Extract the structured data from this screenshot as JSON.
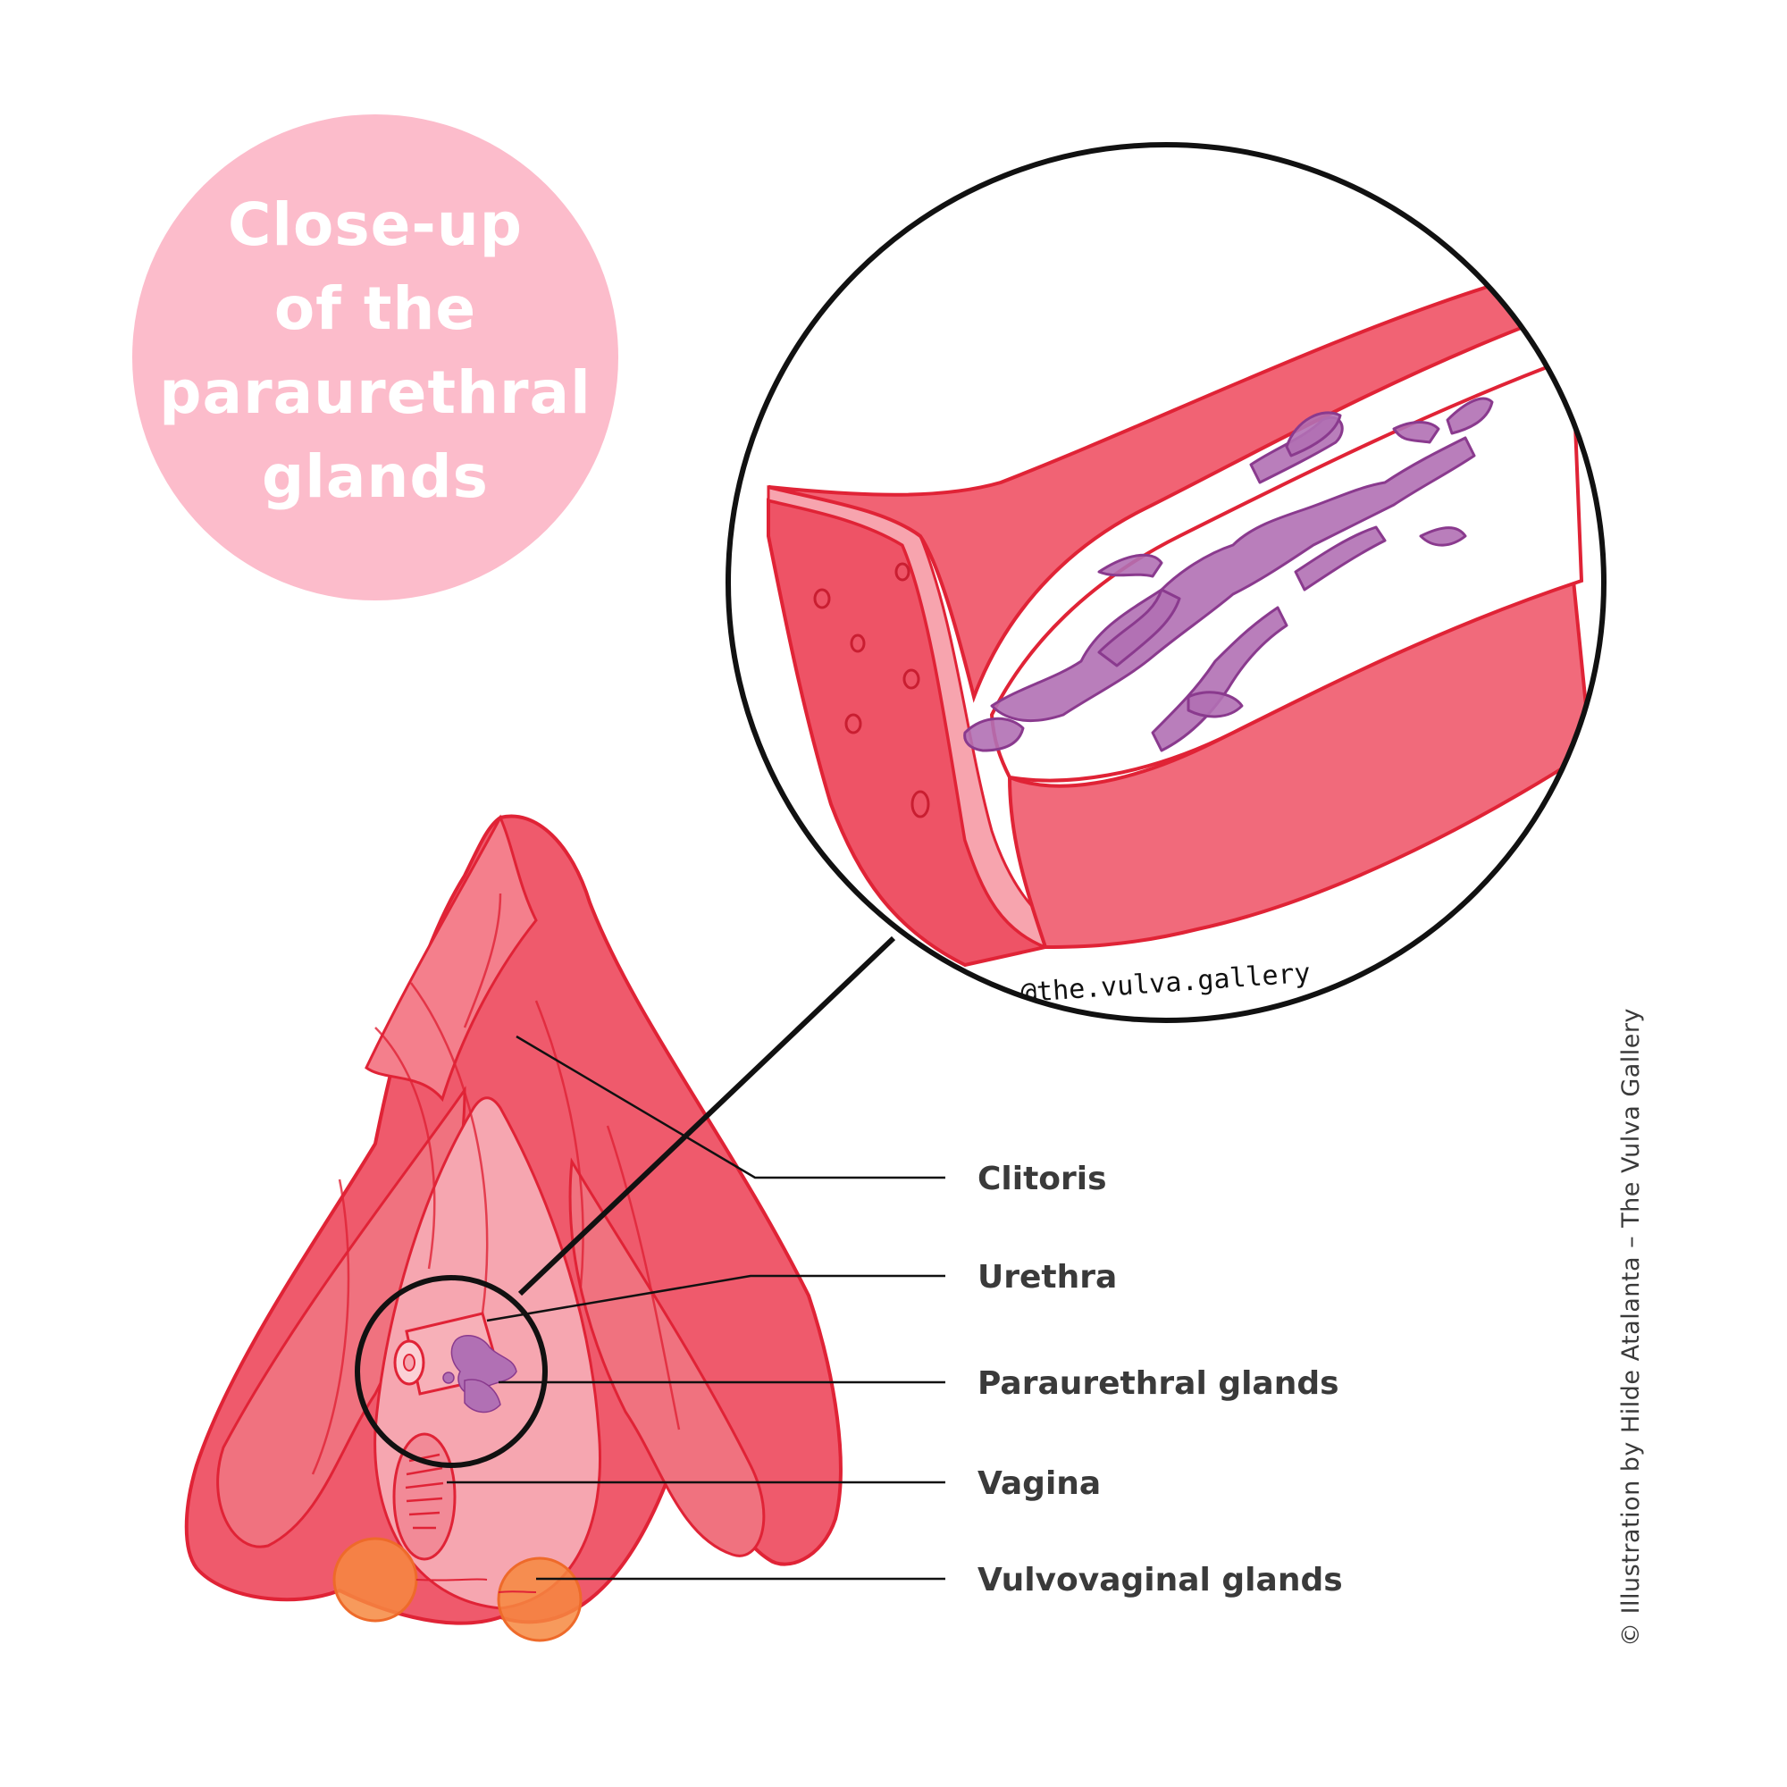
{
  "title": {
    "lines": [
      "Close-up",
      "of the",
      "paraurethral",
      "glands"
    ]
  },
  "labels": [
    {
      "id": "clitoris",
      "text": "Clitoris"
    },
    {
      "id": "urethra",
      "text": "Urethra"
    },
    {
      "id": "paraurethral-glands",
      "text": "Paraurethral glands"
    },
    {
      "id": "vagina",
      "text": "Vagina"
    },
    {
      "id": "vulvovaginal-glands",
      "text": "Vulvovaginal glands"
    }
  ],
  "watermark": "@the.vulva.gallery",
  "credit": "© Illustration by Hilde Atalanta – The Vulva Gallery",
  "colors": {
    "badge": "#fcbccb",
    "tissue": "#f0596b",
    "outline": "#e02336",
    "gland": "#b170b4",
    "vulvovaginal": "#f6883f",
    "label_text": "#3a3a3a"
  }
}
